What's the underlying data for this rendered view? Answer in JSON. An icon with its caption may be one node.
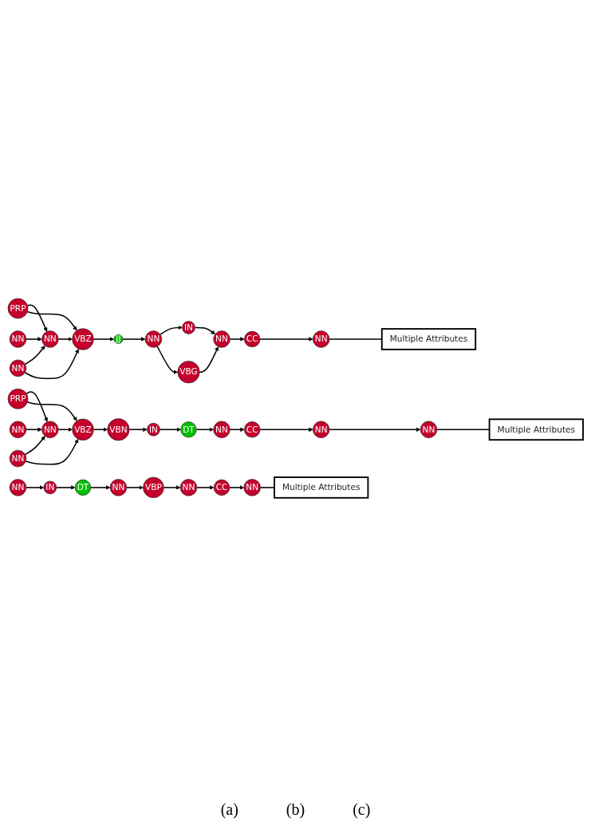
{
  "diagram": {
    "nodes": [
      {
        "text": [
          "NN"
        ]
      },
      {
        "text": [
          "PRP"
        ]
      },
      {
        "text": [
          "NN"
        ]
      },
      {
        "text": [
          "NN"
        ]
      },
      {
        "text": [
          "VBZ"
        ]
      },
      {
        "text": [
          "JJ"
        ]
      },
      {
        "text": [
          "NN"
        ]
      },
      {
        "text": [
          "IN"
        ]
      },
      {
        "text": [
          "VBG"
        ]
      },
      {
        "text": [
          "NN"
        ]
      },
      {
        "text": [
          "CC"
        ]
      },
      {
        "text": [
          "NN"
        ]
      },
      {
        "text": [
          "Multiple Attributes"
        ]
      },
      {
        "text": [
          "NN"
        ]
      },
      {
        "text": [
          "PRP"
        ]
      },
      {
        "text": [
          "NN"
        ]
      },
      {
        "text": [
          "NN"
        ]
      },
      {
        "text": [
          "VBZ"
        ]
      },
      {
        "text": [
          "VBN"
        ]
      },
      {
        "text": [
          "IN"
        ]
      },
      {
        "text": [
          "DT"
        ]
      },
      {
        "text": [
          "NN"
        ]
      },
      {
        "text": [
          "CC"
        ]
      },
      {
        "text": [
          "NN"
        ]
      },
      {
        "text": [
          "NN"
        ]
      },
      {
        "text": [
          "Multiple Attributes"
        ]
      },
      {
        "text": [
          "NN"
        ]
      },
      {
        "text": [
          "IN"
        ]
      },
      {
        "text": [
          "DT"
        ]
      },
      {
        "text": [
          "NN"
        ]
      },
      {
        "text": [
          "VBP"
        ]
      },
      {
        "text": [
          "NN"
        ]
      },
      {
        "text": [
          "CC"
        ]
      },
      {
        "text": [
          "NN"
        ]
      },
      {
        "text": [
          "Multiple Attributes"
        ]
      }
    ],
    "edges": [
      {
        "from": 0,
        "to": 3,
        "arrow": "to"
      },
      {
        "from": 1,
        "to": 3,
        "arrow": "to"
      },
      {
        "from": 1,
        "to": 4,
        "arrow": "to"
      },
      {
        "from": 2,
        "to": 3,
        "arrow": "to"
      },
      {
        "from": 2,
        "to": 4,
        "arrow": "to"
      },
      {
        "from": 3,
        "to": 4,
        "arrow": "to"
      },
      {
        "from": 4,
        "to": 5,
        "arrow": "to"
      },
      {
        "from": 5,
        "to": 6,
        "arrow": "to"
      },
      {
        "from": 6,
        "to": 7,
        "arrow": "to"
      },
      {
        "from": 6,
        "to": 8,
        "arrow": "to"
      },
      {
        "from": 7,
        "to": 9,
        "arrow": "to"
      },
      {
        "from": 8,
        "to": 9,
        "arrow": "to"
      },
      {
        "from": 9,
        "to": 10,
        "arrow": "to"
      },
      {
        "from": 10,
        "to": 11,
        "arrow": "to"
      },
      {
        "from": 11,
        "to": 12,
        "arrow": "none"
      },
      {
        "from": 13,
        "to": 16,
        "arrow": "to"
      },
      {
        "from": 14,
        "to": 16,
        "arrow": "to"
      },
      {
        "from": 14,
        "to": 17,
        "arrow": "to"
      },
      {
        "from": 15,
        "to": 16,
        "arrow": "to"
      },
      {
        "from": 15,
        "to": 17,
        "arrow": "to"
      },
      {
        "from": 16,
        "to": 17,
        "arrow": "to"
      },
      {
        "from": 17,
        "to": 18,
        "arrow": "to"
      },
      {
        "from": 18,
        "to": 19,
        "arrow": "to"
      },
      {
        "from": 19,
        "to": 20,
        "arrow": "to"
      },
      {
        "from": 20,
        "to": 21,
        "arrow": "to"
      },
      {
        "from": 21,
        "to": 22,
        "arrow": "to"
      },
      {
        "from": 22,
        "to": 23,
        "arrow": "to"
      },
      {
        "from": 23,
        "to": 24,
        "arrow": "to"
      },
      {
        "from": 24,
        "to": 25,
        "arrow": "none"
      },
      {
        "from": 26,
        "to": 27,
        "arrow": "to"
      },
      {
        "from": 27,
        "to": 28,
        "arrow": "to"
      },
      {
        "from": 28,
        "to": 29,
        "arrow": "to"
      },
      {
        "from": 29,
        "to": 30,
        "arrow": "to"
      },
      {
        "from": 30,
        "to": 31,
        "arrow": "to"
      },
      {
        "from": 31,
        "to": 32,
        "arrow": "to"
      },
      {
        "from": 32,
        "to": 33,
        "arrow": "to"
      },
      {
        "from": 33,
        "to": 34,
        "arrow": "none"
      }
    ],
    "labels": [
      "(a)",
      "(b)",
      "(c)"
    ]
  }
}
